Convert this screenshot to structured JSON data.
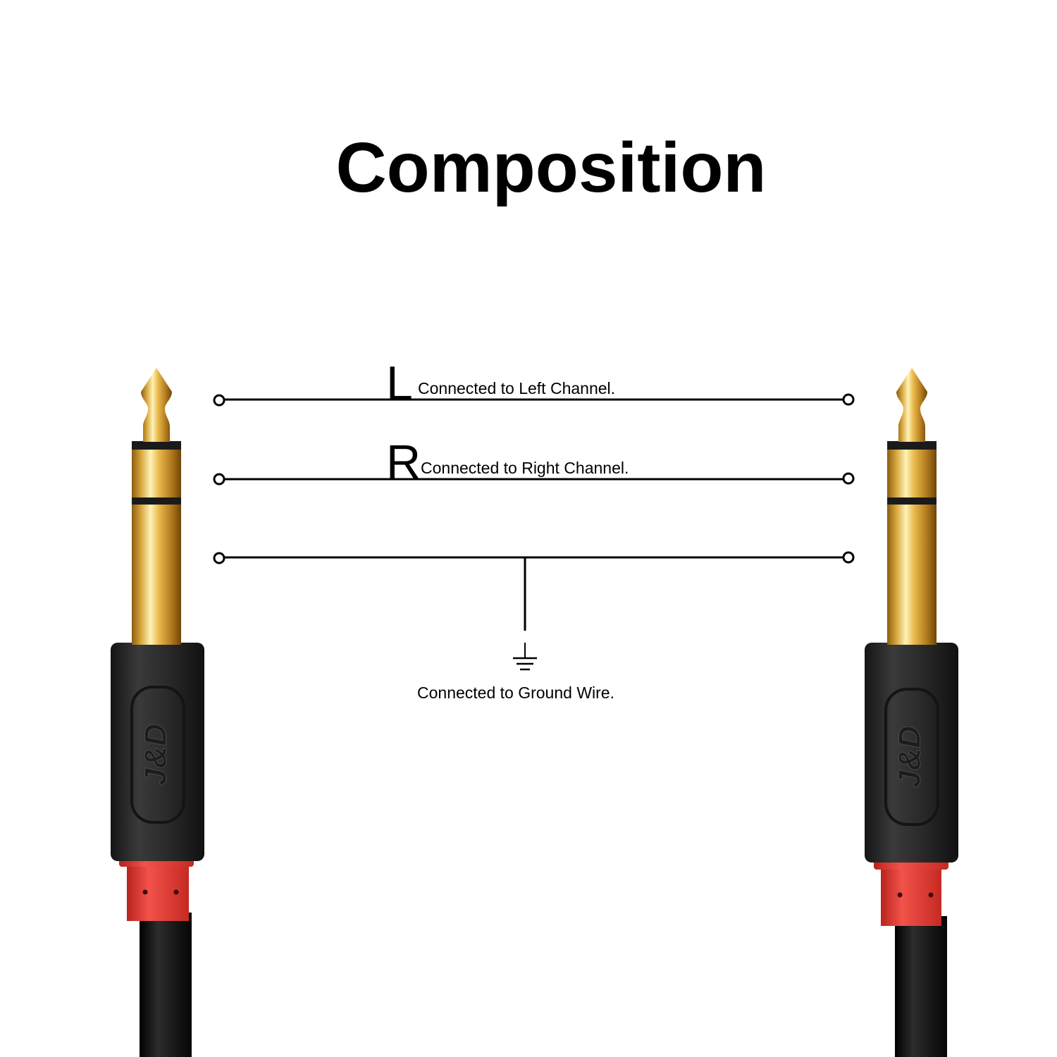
{
  "title": "Composition",
  "channels": {
    "left": {
      "letter": "L",
      "label": "Connected to Left Channel."
    },
    "right": {
      "letter": "R",
      "label": "Connected to Right Channel."
    },
    "ground": {
      "label": "Connected to Ground Wire."
    }
  },
  "brand_logo": "J&D",
  "colors": {
    "gold": "#d6a43a",
    "gold_dark": "#8a5c12",
    "housing": "#2b2b2b",
    "strain_relief": "#e8413a",
    "cable": "#111111"
  }
}
